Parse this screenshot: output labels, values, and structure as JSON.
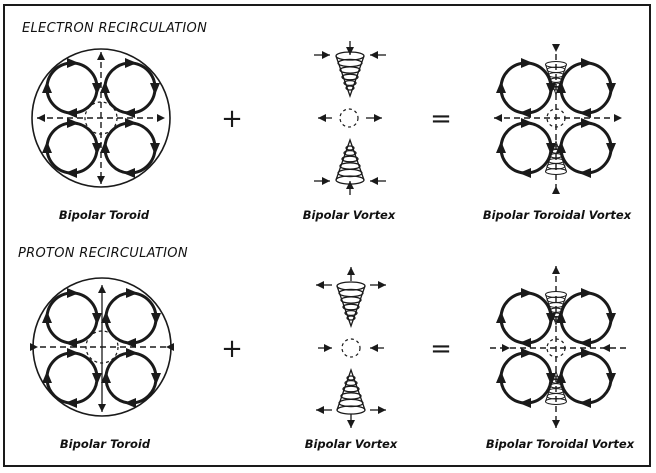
{
  "rows": [
    {
      "heading": "ELECTRON RECIRCULATION",
      "captions": [
        "Bipolar Toroid",
        "Bipolar Vortex",
        "Bipolar Toroidal Vortex"
      ],
      "operators": [
        "+",
        "="
      ]
    },
    {
      "heading": "PROTON RECIRCULATION",
      "captions": [
        "Bipolar Toroid",
        "Bipolar Vortex",
        "Bipolar Toroidal Vortex"
      ],
      "operators": [
        "+",
        "="
      ]
    }
  ]
}
